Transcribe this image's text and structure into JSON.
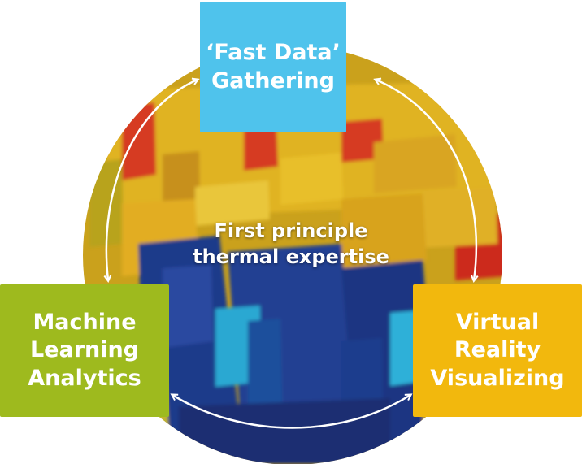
{
  "colors": {
    "top_box": "#4fc3ec",
    "left_box": "#9eba1e",
    "right_box": "#f2b80d",
    "arrow": "#ffffff",
    "circle_background": "#d6a319"
  },
  "center": {
    "lines": [
      "First principle",
      "thermal expertise"
    ]
  },
  "boxes": {
    "top": {
      "lines": [
        "‘Fast Data’",
        "Gathering"
      ]
    },
    "left": {
      "lines": [
        "Machine",
        "Learning",
        "Analytics"
      ]
    },
    "right": {
      "lines": [
        "Virtual",
        "Reality",
        "Visualizing"
      ]
    }
  },
  "background_image": "blurred 3D data-centre server-rack visualization (yellow, red, blue, cyan racks)"
}
